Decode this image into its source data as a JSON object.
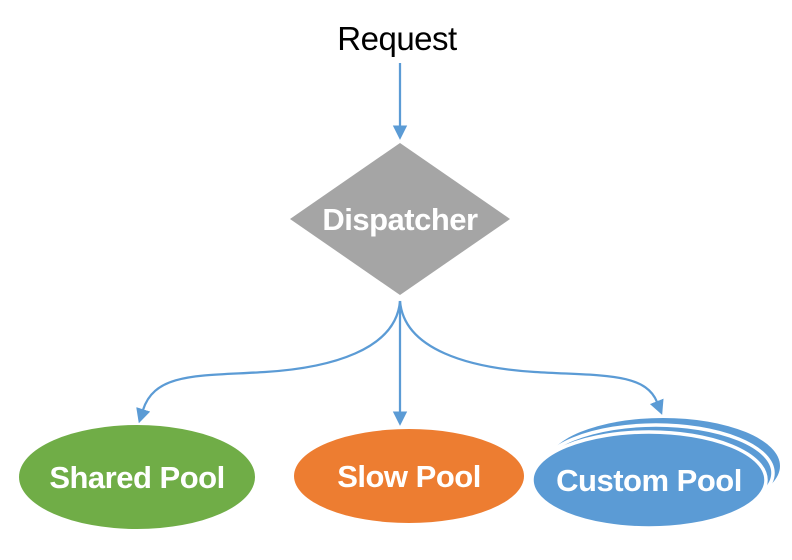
{
  "diagram": {
    "background": "#FFFFFF",
    "arrow_color": "#5B9BD5",
    "nodes": {
      "request": {
        "label": "Request",
        "shape": "text",
        "text_color": "#000000"
      },
      "dispatcher": {
        "label": "Dispatcher",
        "shape": "diamond",
        "fill": "#A5A5A5",
        "text_color": "#FFFFFF"
      },
      "shared_pool": {
        "label": "Shared Pool",
        "shape": "ellipse",
        "fill": "#70AD47",
        "text_color": "#FFFFFF"
      },
      "slow_pool": {
        "label": "Slow Pool",
        "shape": "ellipse",
        "fill": "#ED7D31",
        "text_color": "#FFFFFF"
      },
      "custom_pool": {
        "label": "Custom Pool",
        "shape": "stacked-ellipse",
        "stack_count": 3,
        "fill": "#5B9BD5",
        "text_color": "#FFFFFF"
      }
    },
    "edges": [
      {
        "from": "request",
        "to": "dispatcher"
      },
      {
        "from": "dispatcher",
        "to": "shared_pool"
      },
      {
        "from": "dispatcher",
        "to": "slow_pool"
      },
      {
        "from": "dispatcher",
        "to": "custom_pool"
      }
    ]
  }
}
